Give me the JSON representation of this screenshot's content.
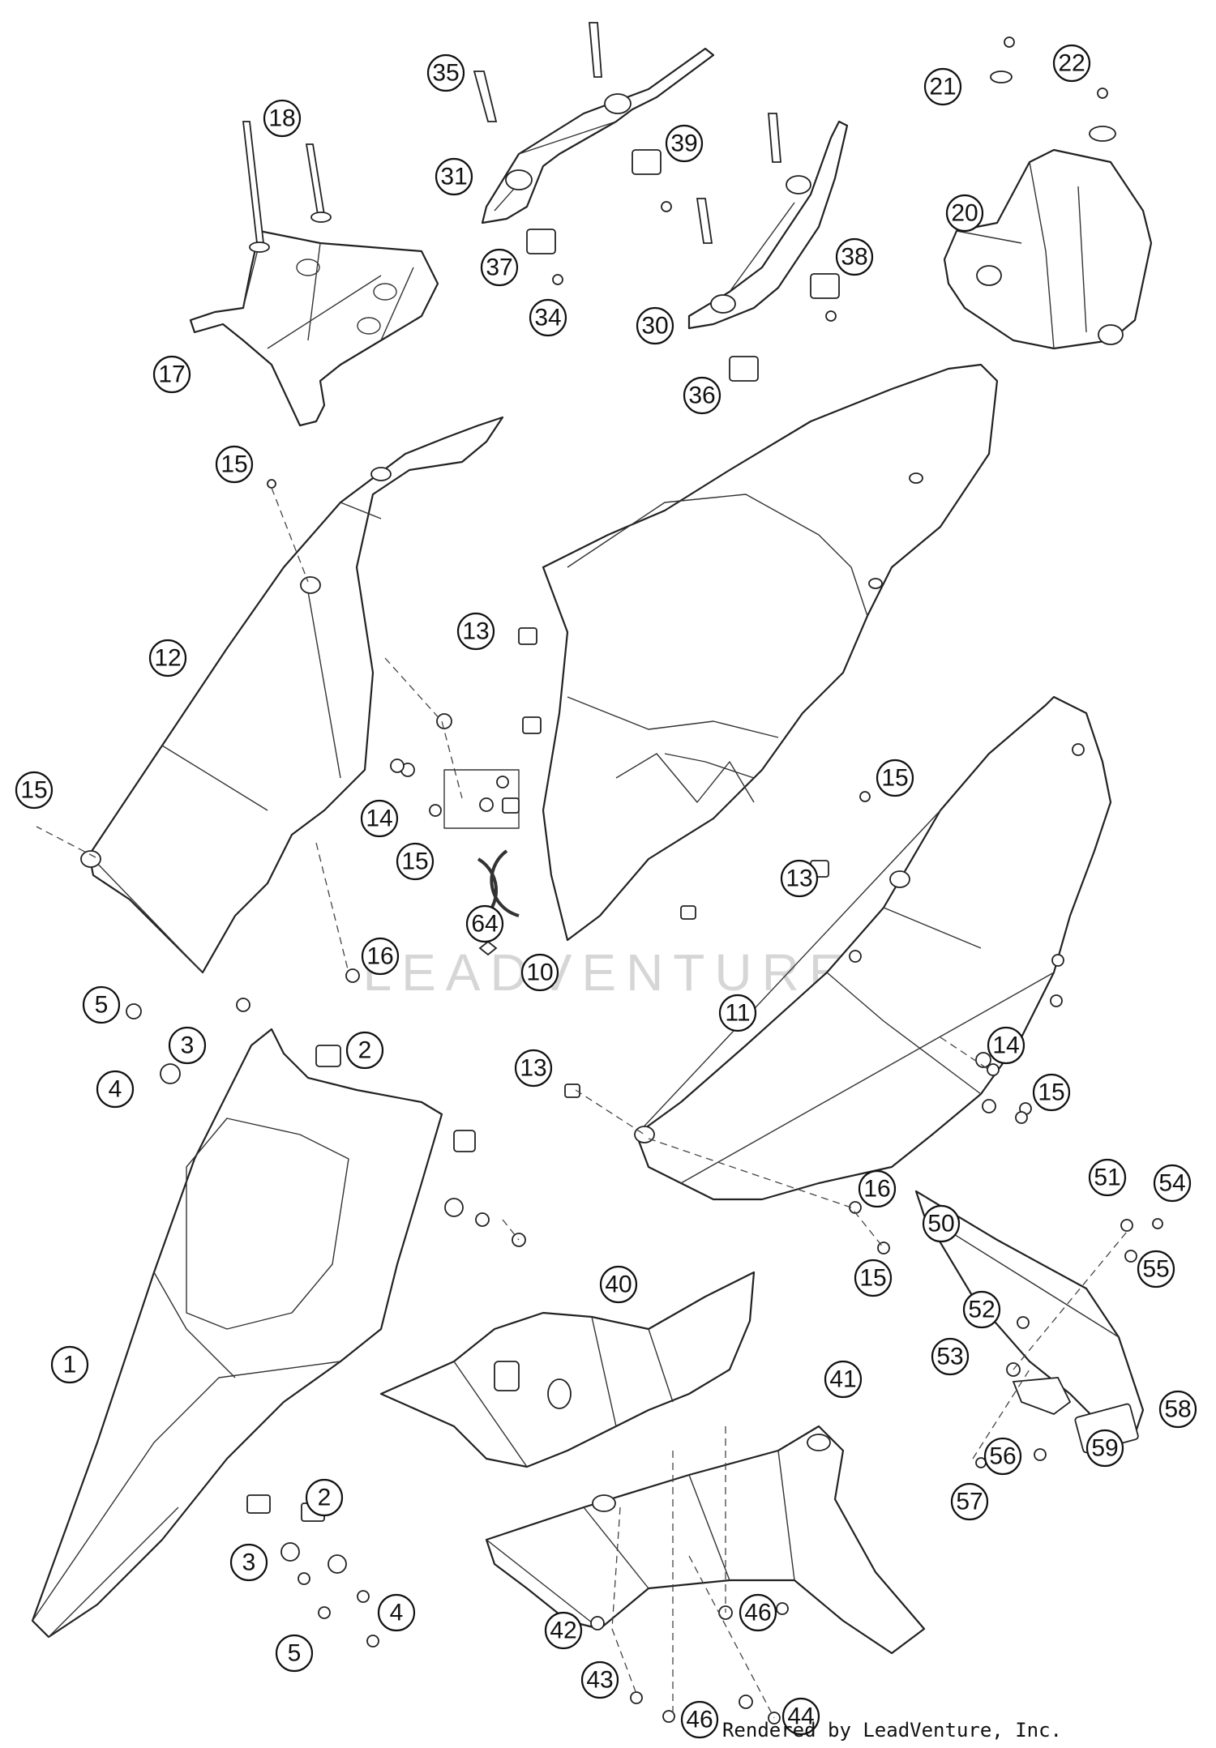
{
  "watermark": "LEADVENTURE",
  "credit": "Rendered by LeadVenture, Inc.",
  "callouts": [
    {
      "label": "35",
      "name": "callout-35"
    },
    {
      "label": "18",
      "name": "callout-18"
    },
    {
      "label": "31",
      "name": "callout-31"
    },
    {
      "label": "39",
      "name": "callout-39"
    },
    {
      "label": "21",
      "name": "callout-21"
    },
    {
      "label": "22",
      "name": "callout-22"
    },
    {
      "label": "20",
      "name": "callout-20"
    },
    {
      "label": "37",
      "name": "callout-37"
    },
    {
      "label": "38",
      "name": "callout-38"
    },
    {
      "label": "34",
      "name": "callout-34"
    },
    {
      "label": "30",
      "name": "callout-30"
    },
    {
      "label": "17",
      "name": "callout-17"
    },
    {
      "label": "36",
      "name": "callout-36"
    },
    {
      "label": "15",
      "name": "callout-15-a"
    },
    {
      "label": "12",
      "name": "callout-12"
    },
    {
      "label": "13",
      "name": "callout-13-a"
    },
    {
      "label": "15",
      "name": "callout-15-b"
    },
    {
      "label": "14",
      "name": "callout-14-a"
    },
    {
      "label": "15",
      "name": "callout-15-c"
    },
    {
      "label": "15",
      "name": "callout-15-d"
    },
    {
      "label": "13",
      "name": "callout-13-b"
    },
    {
      "label": "64",
      "name": "callout-64"
    },
    {
      "label": "16",
      "name": "callout-16-a"
    },
    {
      "label": "10",
      "name": "callout-10"
    },
    {
      "label": "11",
      "name": "callout-11"
    },
    {
      "label": "5",
      "name": "callout-5-a"
    },
    {
      "label": "3",
      "name": "callout-3-a"
    },
    {
      "label": "2",
      "name": "callout-2-a"
    },
    {
      "label": "4",
      "name": "callout-4-a"
    },
    {
      "label": "13",
      "name": "callout-13-c"
    },
    {
      "label": "14",
      "name": "callout-14-b"
    },
    {
      "label": "15",
      "name": "callout-15-e"
    },
    {
      "label": "51",
      "name": "callout-51"
    },
    {
      "label": "54",
      "name": "callout-54"
    },
    {
      "label": "16",
      "name": "callout-16-b"
    },
    {
      "label": "50",
      "name": "callout-50"
    },
    {
      "label": "15",
      "name": "callout-15-f"
    },
    {
      "label": "55",
      "name": "callout-55"
    },
    {
      "label": "40",
      "name": "callout-40"
    },
    {
      "label": "52",
      "name": "callout-52"
    },
    {
      "label": "1",
      "name": "callout-1"
    },
    {
      "label": "53",
      "name": "callout-53"
    },
    {
      "label": "41",
      "name": "callout-41"
    },
    {
      "label": "58",
      "name": "callout-58"
    },
    {
      "label": "56",
      "name": "callout-56"
    },
    {
      "label": "59",
      "name": "callout-59"
    },
    {
      "label": "57",
      "name": "callout-57"
    },
    {
      "label": "2",
      "name": "callout-2-b"
    },
    {
      "label": "3",
      "name": "callout-3-b"
    },
    {
      "label": "4",
      "name": "callout-4-b"
    },
    {
      "label": "42",
      "name": "callout-42"
    },
    {
      "label": "46",
      "name": "callout-46-a"
    },
    {
      "label": "5",
      "name": "callout-5-b"
    },
    {
      "label": "43",
      "name": "callout-43"
    },
    {
      "label": "46",
      "name": "callout-46-b"
    },
    {
      "label": "44",
      "name": "callout-44"
    }
  ]
}
